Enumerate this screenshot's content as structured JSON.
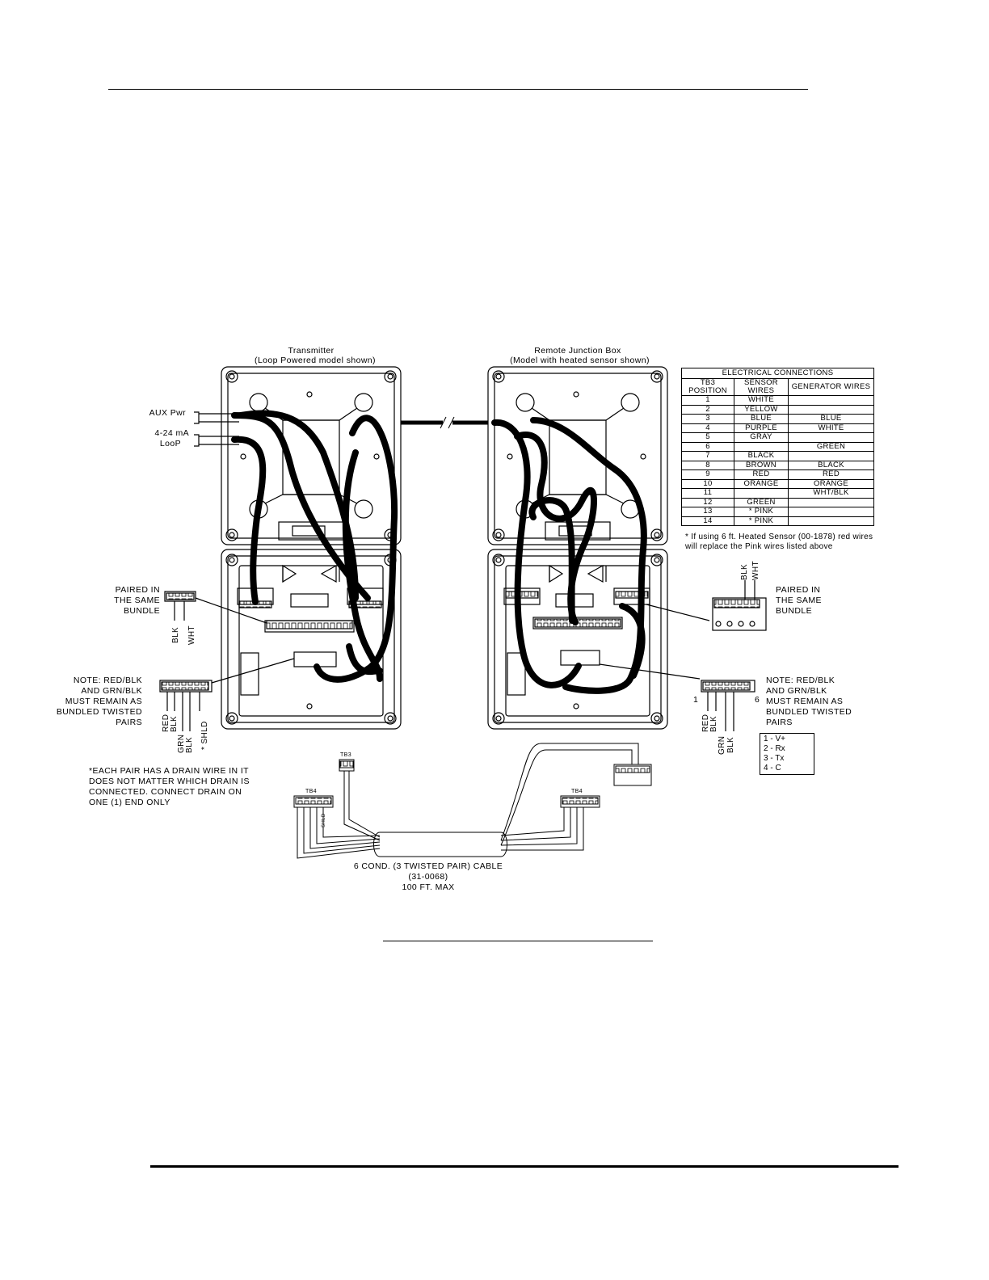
{
  "transmitter": {
    "title": "Transmitter",
    "subtitle": "(Loop Powered model shown)"
  },
  "junction_box": {
    "title": "Remote Junction Box",
    "subtitle": "(Model with heated sensor shown)"
  },
  "left_labels": {
    "aux_pwr": "AUX Pwr",
    "loop_line1": "4-24 mA",
    "loop_line2": "LooP",
    "paired": "PAIRED IN\nTHE SAME\nBUNDLE",
    "note": "NOTE: RED/BLK\nAND GRN/BLK\nMUST REMAIN AS\nBUNDLED TWISTED\nPAIRS",
    "blk": "BLK",
    "wht": "WHT",
    "red": "RED",
    "blk2": "BLK",
    "grn": "GRN",
    "blk3": "BLK",
    "shld": "* SHLD",
    "drain_note": "*EACH PAIR HAS A DRAIN WIRE IN IT\nDOES NOT MATTER WHICH DRAIN IS\nCONNECTED. CONNECT DRAIN ON\nONE (1) END ONLY"
  },
  "right_labels": {
    "blk": "BLK",
    "wht": "WHT",
    "paired": "PAIRED IN\nTHE SAME\nBUNDLE",
    "note": "NOTE: RED/BLK\nAND GRN/BLK\nMUST REMAIN AS\nBUNDLED TWISTED\nPAIRS",
    "pin1": "1",
    "pin6": "6",
    "red": "RED",
    "blk2": "BLK",
    "grn": "GRN",
    "blk3": "BLK"
  },
  "legend": [
    "1 - V+",
    "2 - Rx",
    "3 - Tx",
    "4 - C"
  ],
  "cable": {
    "tb3": "TB3",
    "tb4_left": "TB4",
    "tb4_right": "TB4",
    "shld": "SHLD",
    "line1": "6 COND. (3 TWISTED PAIR) CABLE",
    "line2": "(31-0068)",
    "line3": "100 FT. MAX"
  },
  "electrical_connections": {
    "title": "ELECTRICAL CONNECTIONS",
    "headers": [
      "TB3\nPOSITION",
      "SENSOR\nWIRES",
      "GENERATOR WIRES"
    ],
    "rows": [
      [
        "1",
        "WHITE",
        ""
      ],
      [
        "2",
        "YELLOW",
        ""
      ],
      [
        "3",
        "BLUE",
        "BLUE"
      ],
      [
        "4",
        "PURPLE",
        "WHITE"
      ],
      [
        "5",
        "GRAY",
        ""
      ],
      [
        "6",
        "",
        "GREEN"
      ],
      [
        "7",
        "BLACK",
        ""
      ],
      [
        "8",
        "BROWN",
        "BLACK"
      ],
      [
        "9",
        "RED",
        "RED"
      ],
      [
        "10",
        "ORANGE",
        "ORANGE"
      ],
      [
        "11",
        "",
        "WHT/BLK"
      ],
      [
        "12",
        "GREEN",
        ""
      ],
      [
        "13",
        "* PINK",
        ""
      ],
      [
        "14",
        "* PINK",
        ""
      ]
    ],
    "footnote": "* If using 6 ft. Heated Sensor (00-1878) red wires will replace the Pink wires listed above"
  }
}
